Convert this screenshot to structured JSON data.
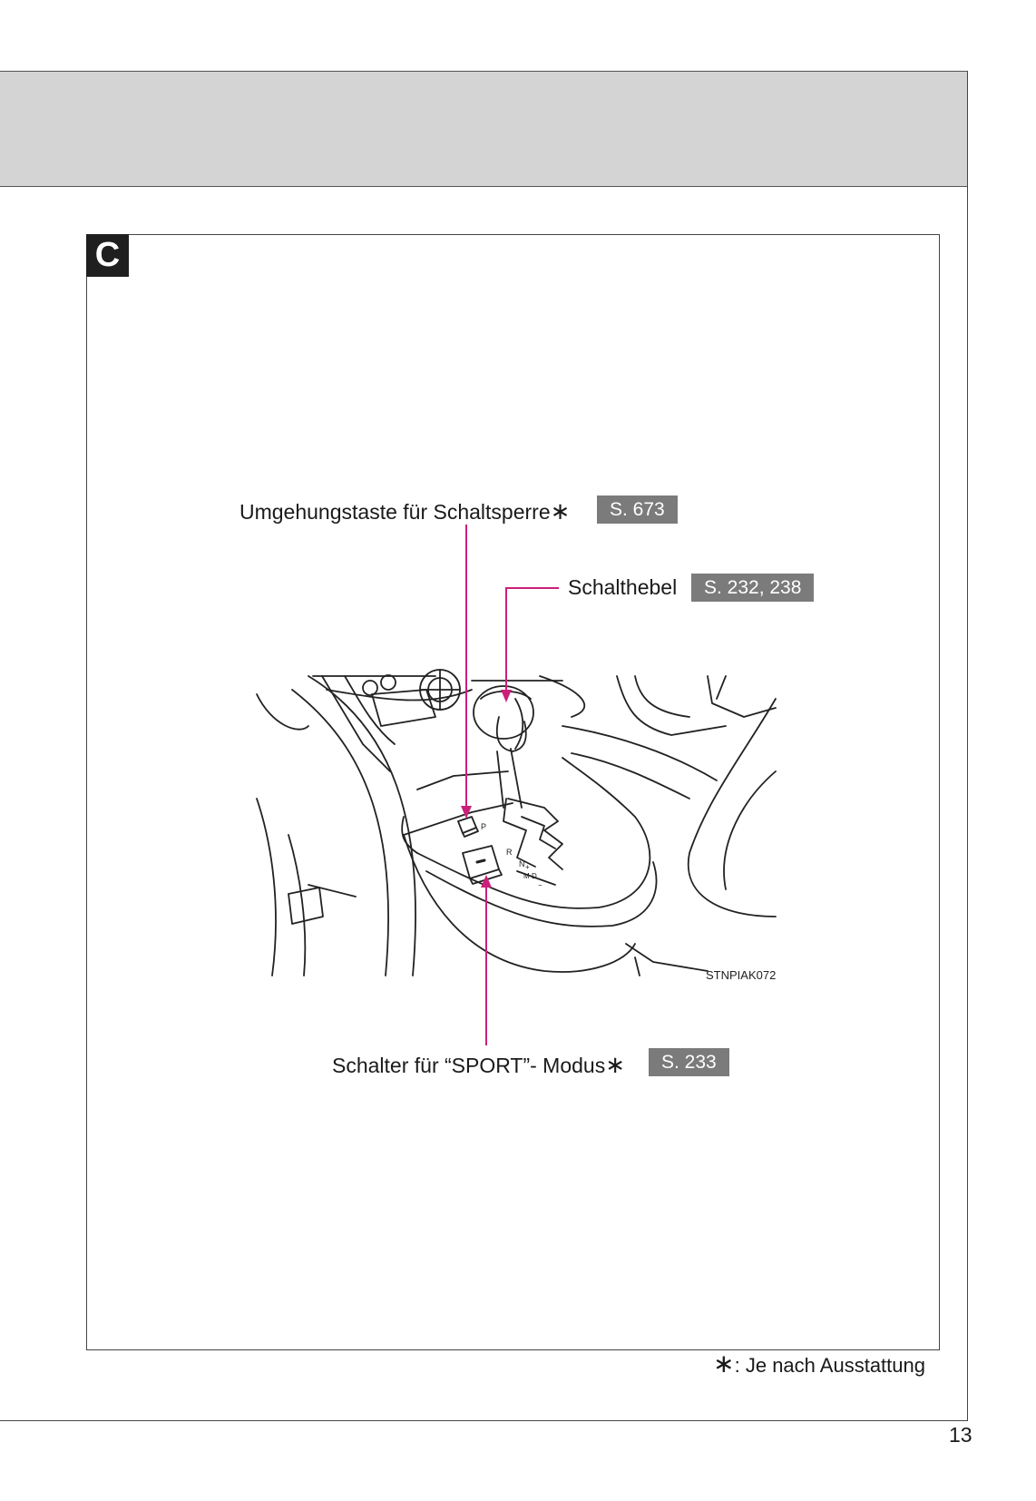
{
  "section": {
    "letter": "C"
  },
  "callouts": [
    {
      "label": "Umgehungstaste für Schaltsperre",
      "asterisk": "∗",
      "ref": "S. 673"
    },
    {
      "label": "Schalthebel",
      "ref": "S. 232, 238"
    },
    {
      "label": "Schalter für “SPORT”- Modus",
      "asterisk": "∗",
      "ref": "S. 233"
    }
  ],
  "illustration": {
    "code": "STNPIAK072",
    "gate_letters": [
      "P",
      "R",
      "N",
      "D",
      "M",
      "+",
      "−"
    ],
    "callout_line_color": "#cc1f7a"
  },
  "footnote": {
    "mark": "∗",
    "text": ": Je nach Ausstattung"
  },
  "page_number": "13"
}
